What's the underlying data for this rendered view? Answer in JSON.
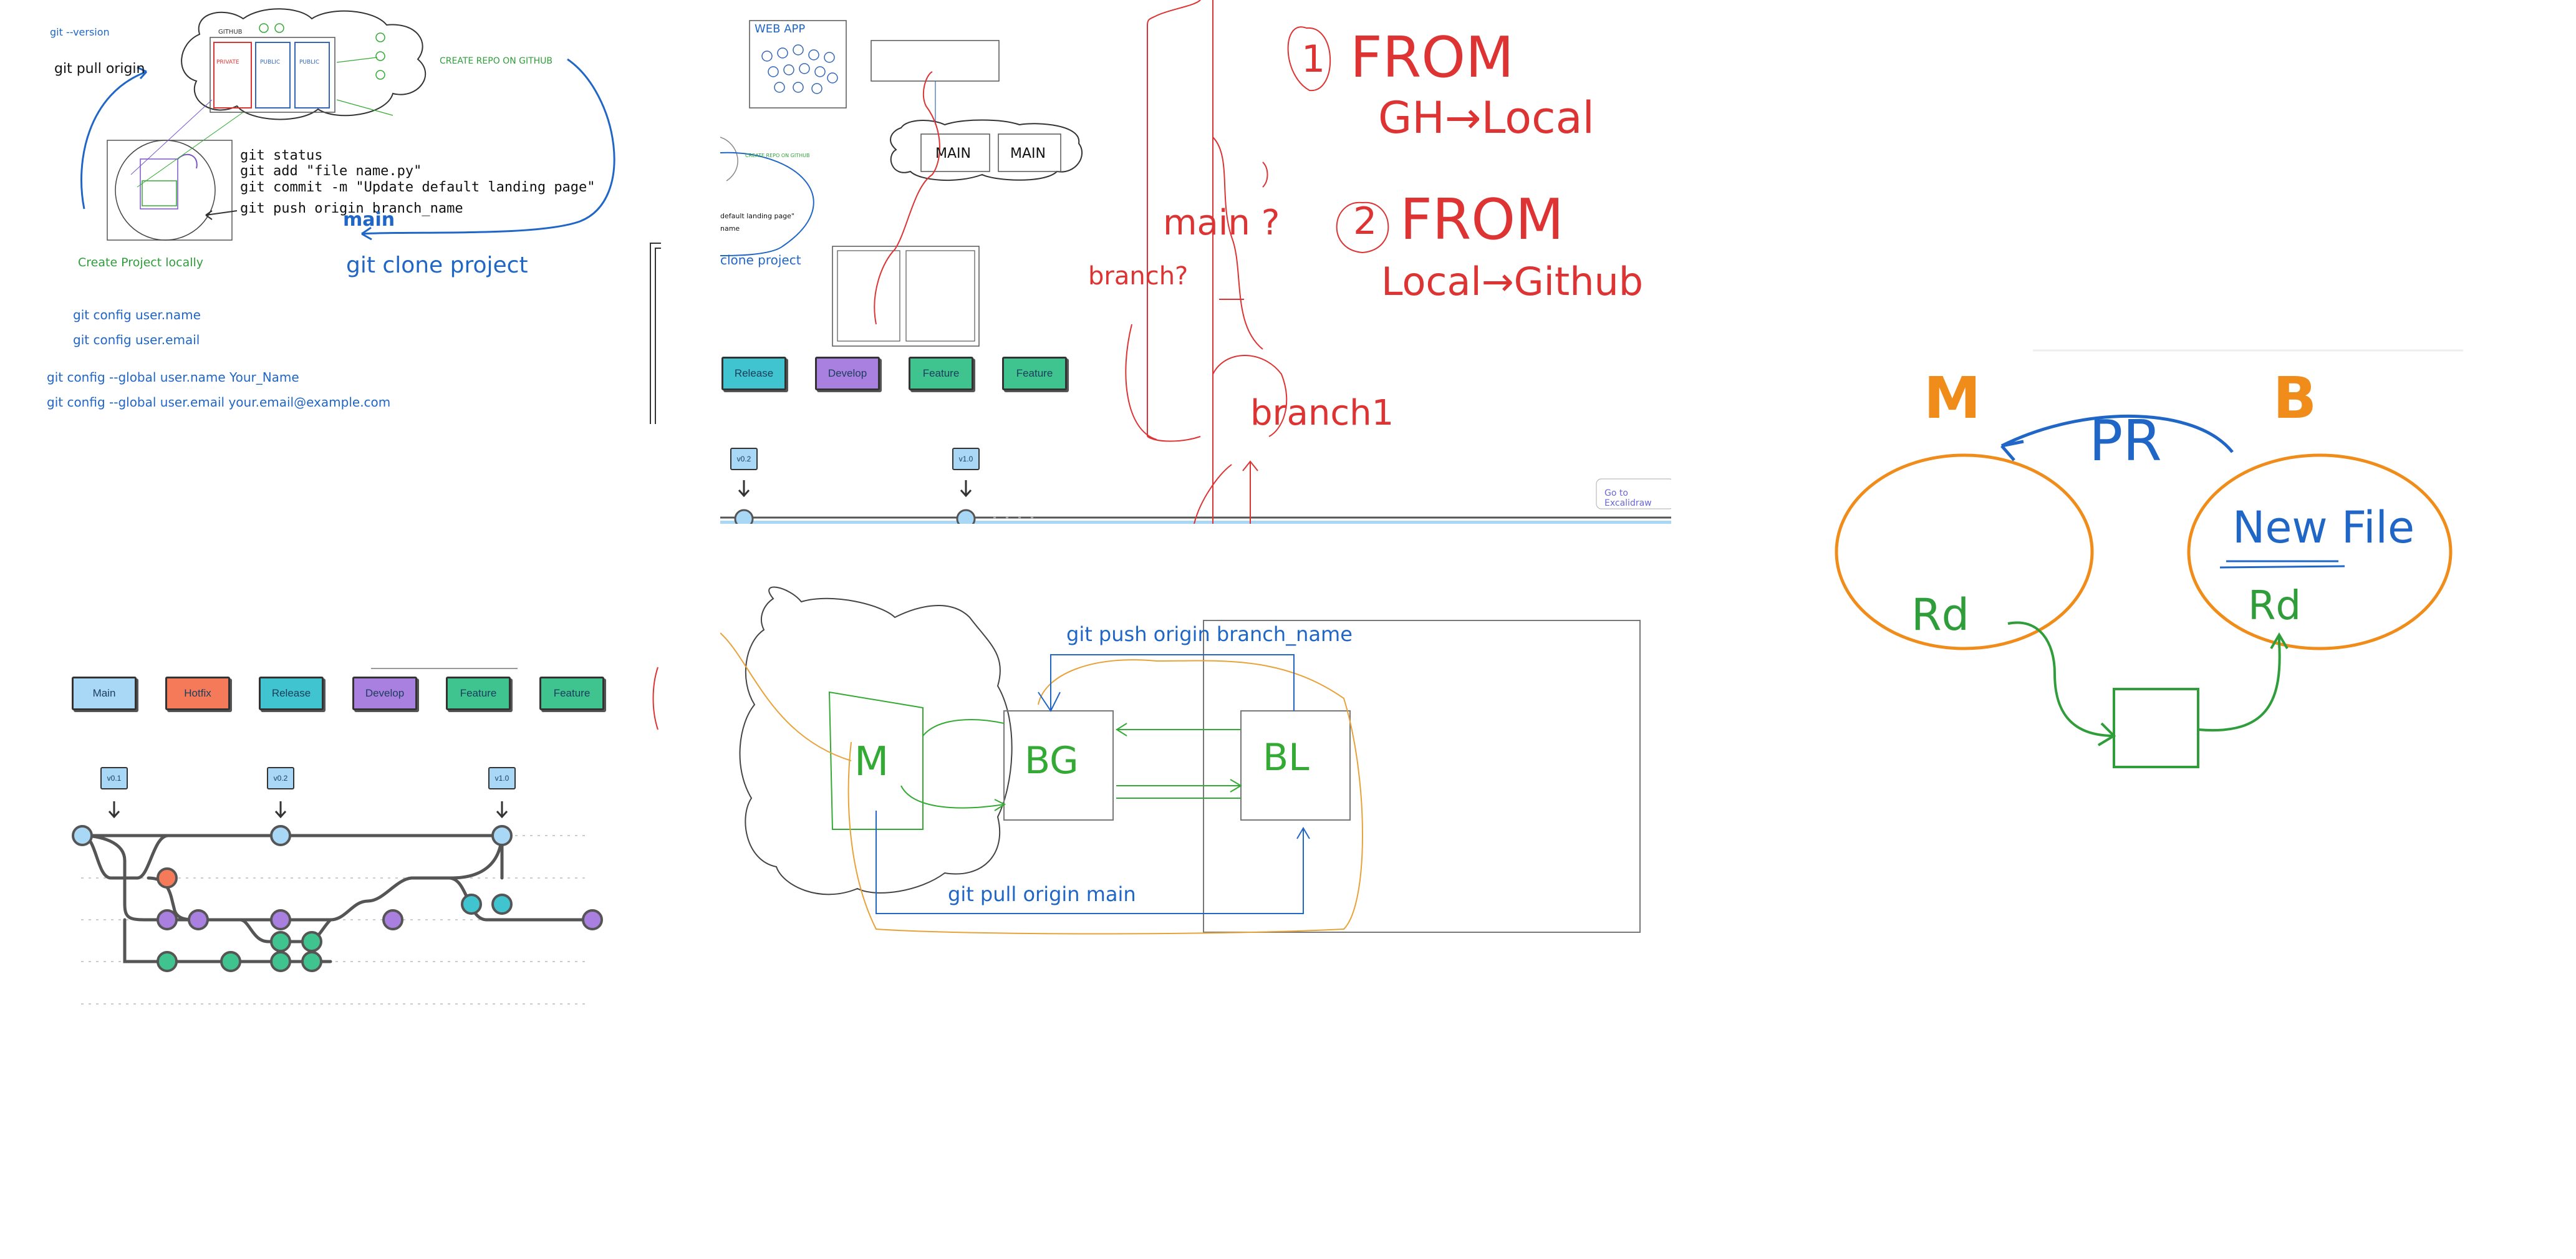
{
  "panel1": {
    "git_version": "git --version",
    "git_pull_origin": "git pull origin",
    "cloud_title": "GITHUB",
    "repo_private": "PRIVATE",
    "repo_public_1": "PUBLIC",
    "repo_public_2": "PUBLIC",
    "create_repo": "CREATE REPO ON GITHUB",
    "git_status": "git status",
    "git_add": "git add \"file name.py\"",
    "git_commit": "git commit -m \"Update default landing page\"",
    "git_push": "git push origin branch_name",
    "main_label": "main",
    "create_locally": "Create Project locally",
    "git_clone": "git clone project",
    "config_name": "git config user.name",
    "config_email": "git config user.email",
    "config_global_name": "git config --global user.name Your_Name",
    "config_global_email": "git config --global user.email   your.email@example.com"
  },
  "panel2": {
    "web_app": "WEB APP",
    "main_1": "MAIN",
    "main_2": "MAIN",
    "create_repo_small": "CREATE REPO ON GITHUB",
    "default_landing": "default landing page\"",
    "name_small": "name",
    "clone_project": "clone project",
    "buttons": [
      "Release",
      "Develop",
      "Feature",
      "Feature"
    ],
    "tags": [
      "v0.2",
      "v1.0"
    ],
    "goto_excalidraw": "Go to Excalidraw"
  },
  "red_notes": {
    "step1_num": "1",
    "step1_from": "FROM",
    "step1_path": "GH→Local",
    "step2_num": "2",
    "step2_from": "FROM",
    "step2_path": "Local→Github",
    "main_q": "main ?",
    "branch_q": "branch?",
    "branch1": "branch1"
  },
  "gitflow": {
    "buttons": [
      "Main",
      "Hotfix",
      "Release",
      "Develop",
      "Feature",
      "Feature"
    ],
    "tags": [
      "v0.1",
      "v0.2",
      "v1.0"
    ],
    "colors": {
      "main": "#a9d8f6",
      "hotfix": "#f47a5a",
      "release": "#40c4d0",
      "develop": "#a97fe0",
      "feature": "#3fc48f"
    }
  },
  "sync": {
    "push_cmd": "git push origin branch_name",
    "pull_cmd": "git pull origin main",
    "box_m": "M",
    "box_bg": "BG",
    "box_bl": "BL"
  },
  "pr": {
    "m_label": "M",
    "b_label": "B",
    "pr_label": "PR",
    "new_file": "New File",
    "rd_left": "Rd",
    "rd_right": "Rd"
  }
}
